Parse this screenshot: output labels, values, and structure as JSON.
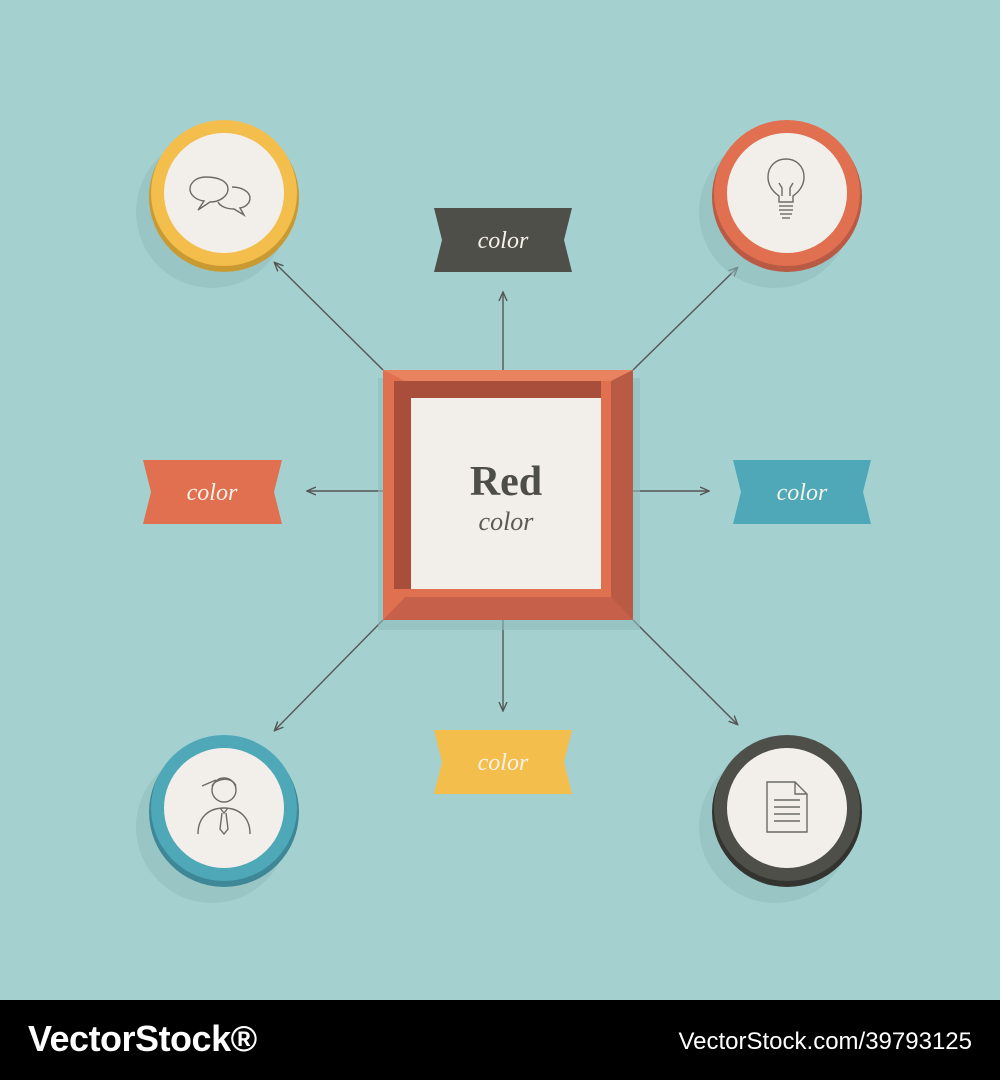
{
  "colors": {
    "background": "#a5d0d0",
    "frame_red": "#e07150",
    "frame_red_dark": "#b85a44",
    "yellow": "#f3be4c",
    "orange": "#e07050",
    "teal": "#4ea8b8",
    "dark": "#4f4f4a",
    "panel": "#f2efea",
    "arrow": "#555555"
  },
  "center": {
    "title": "Red",
    "subtitle": "color"
  },
  "banners": {
    "top": "color",
    "left": "color",
    "right": "color",
    "bottom": "color"
  },
  "nodes": {
    "top_left_icon": "speech-bubbles-icon",
    "top_right_icon": "light-bulb-icon",
    "bottom_left_icon": "person-icon",
    "bottom_right_icon": "document-icon"
  },
  "footer": {
    "brand": "VectorStock®",
    "id": "VectorStock.com/39793125"
  }
}
